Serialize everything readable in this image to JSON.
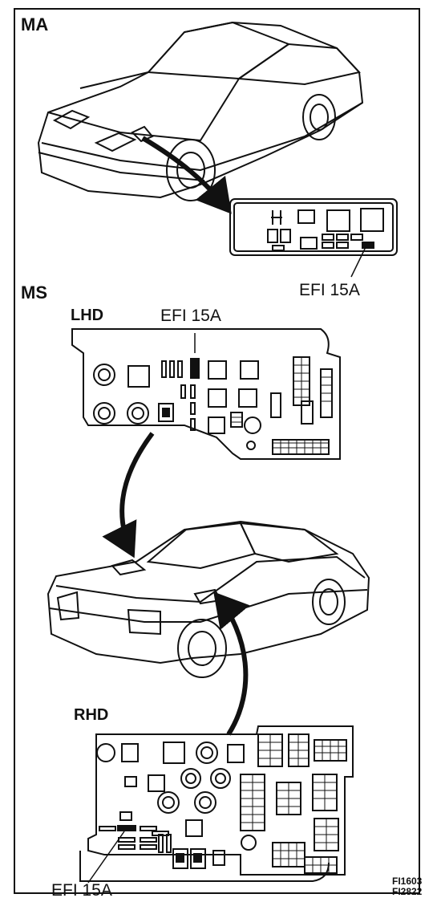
{
  "sections": {
    "ma": {
      "title": "MA",
      "fuse_label": "EFI 15A"
    },
    "ms": {
      "title": "MS",
      "lhd": {
        "title": "LHD",
        "fuse_label": "EFI 15A"
      },
      "rhd": {
        "title": "RHD",
        "fuse_label": "EFI 15A"
      }
    }
  },
  "figure_codes": [
    "FI1603",
    "FI2822"
  ]
}
